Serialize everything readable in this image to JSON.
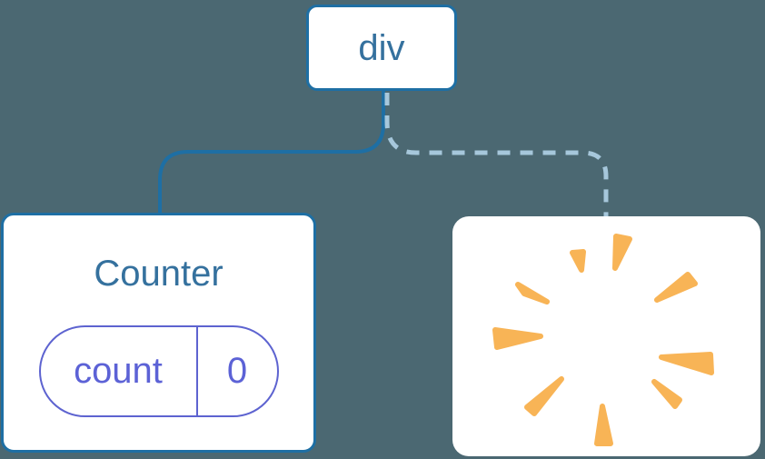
{
  "diagram": {
    "description": "React component tree diagram: a root div node with a kept Counter component (solid connector) and a removed component shown as a poof burst (dashed connector)",
    "background_color": "#4B6872",
    "root": {
      "label": "div"
    },
    "left_child": {
      "title": "Counter",
      "state": {
        "key": "count",
        "value": "0"
      },
      "connector_style": "solid"
    },
    "right_child": {
      "icon": "poof-burst-icon",
      "connector_style": "dashed"
    },
    "colors": {
      "node_border_blue": "#1E6FA4",
      "node_text_blue": "#35719E",
      "solid_line_blue": "#1E6FA4",
      "dashed_line_light_blue": "#A6C7DB",
      "state_purple": "#5C62D6",
      "poof_orange": "#F8B456",
      "card_fill": "#FFFFFF"
    }
  }
}
